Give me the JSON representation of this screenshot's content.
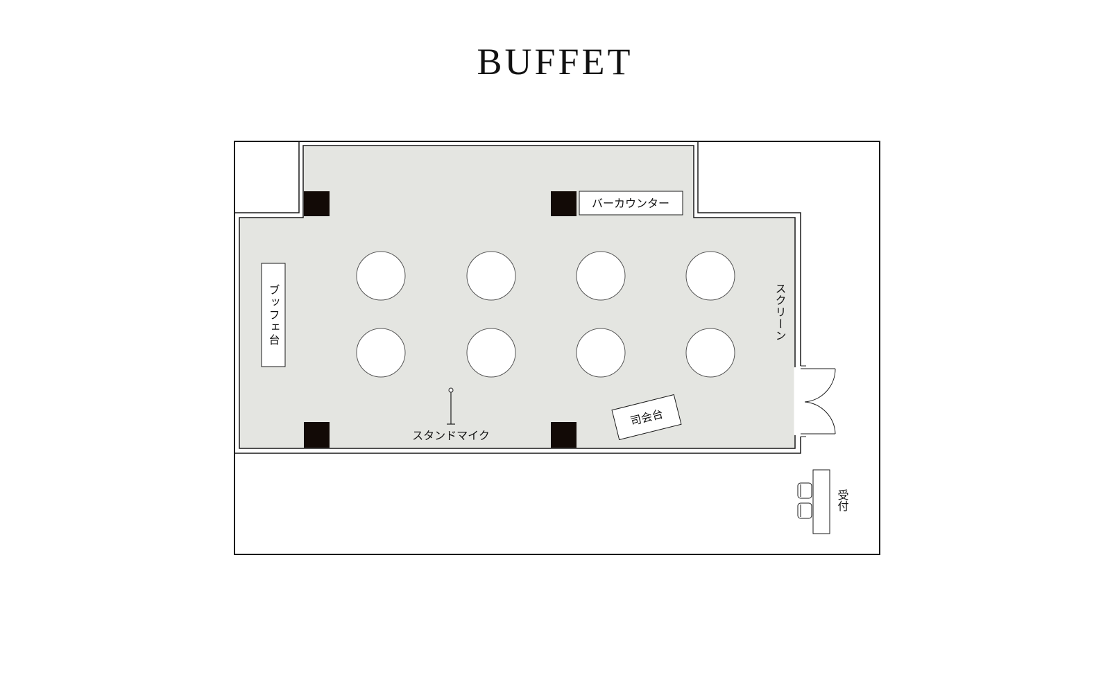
{
  "title": "BUFFET",
  "labels": {
    "bar_counter": "バーカウンター",
    "buffet_table": "ブッフェ台",
    "screen": "スクリーン",
    "stand_mic": "スタンドマイク",
    "mc_podium": "司会台",
    "reception": "受付"
  },
  "colors": {
    "floor": "#e4e5e1",
    "line": "#1a1a1a",
    "pillar": "#120a06",
    "table": "#ffffff"
  },
  "tables": {
    "rows": 2,
    "per_row": 4,
    "shape": "round"
  }
}
